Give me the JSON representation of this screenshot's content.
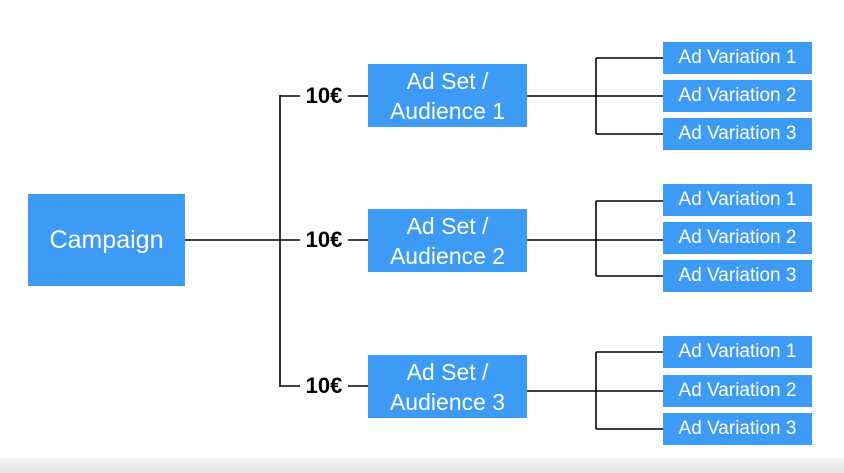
{
  "campaign": {
    "label": "Campaign"
  },
  "ad_sets": [
    {
      "line1": "Ad Set /",
      "line2": "Audience 1",
      "budget": "10€",
      "variations": [
        "Ad Variation 1",
        "Ad Variation 2",
        "Ad Variation 3"
      ]
    },
    {
      "line1": "Ad Set /",
      "line2": "Audience 2",
      "budget": "10€",
      "variations": [
        "Ad Variation 1",
        "Ad Variation 2",
        "Ad Variation 3"
      ]
    },
    {
      "line1": "Ad Set /",
      "line2": "Audience 3",
      "budget": "10€",
      "variations": [
        "Ad Variation 1",
        "Ad Variation 2",
        "Ad Variation 3"
      ]
    }
  ],
  "colors": {
    "box_fill": "#3d9bf5",
    "box_text": "#ffffff",
    "connector": "#000000"
  }
}
